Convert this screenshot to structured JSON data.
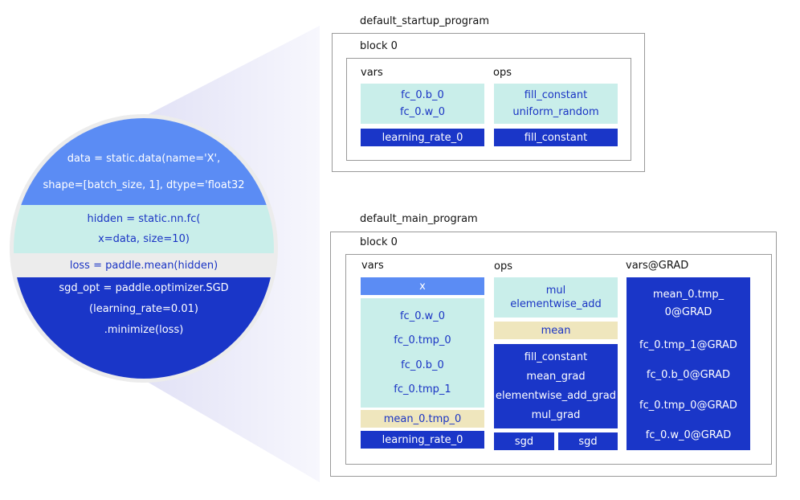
{
  "code_snippet": {
    "lines": [
      {
        "text": "data = static.data(name='X',",
        "group": "data"
      },
      {
        "text": "shape=[batch_size, 1], dtype='float32",
        "group": "data"
      },
      {
        "text": "hidden = static.nn.fc(",
        "group": "hidden"
      },
      {
        "text": "x=data, size=10)",
        "group": "hidden"
      },
      {
        "text": "loss = paddle.mean(hidden)",
        "group": "loss"
      },
      {
        "text": "sgd_opt = paddle.optimizer.SGD",
        "group": "sgd"
      },
      {
        "text": "(learning_rate=0.01)",
        "group": "sgd"
      },
      {
        "text": ".minimize(loss)",
        "group": "sgd"
      }
    ]
  },
  "startup_program": {
    "title": "default_startup_program",
    "block_label": "block 0",
    "vars_label": "vars",
    "ops_label": "ops",
    "vars_teal": [
      "fc_0.b_0",
      "fc_0.w_0"
    ],
    "vars_navy": "learning_rate_0",
    "ops_teal": [
      "fill_constant",
      "uniform_random"
    ],
    "ops_navy": "fill_constant"
  },
  "main_program": {
    "title": "default_main_program",
    "block_label": "block 0",
    "vars_label": "vars",
    "ops_label": "ops",
    "grad_label": "vars@GRAD",
    "var_x": "x",
    "vars_teal": [
      "fc_0.w_0",
      "fc_0.tmp_0",
      "fc_0.b_0",
      "fc_0.tmp_1"
    ],
    "var_mean": "mean_0.tmp_0",
    "var_lr": "learning_rate_0",
    "ops_forward": [
      "mul",
      "elementwise_add"
    ],
    "op_mean": "mean",
    "ops_backward": [
      "fill_constant",
      "mean_grad",
      "elementwise_add_grad",
      "mul_grad"
    ],
    "ops_sgd": [
      "sgd",
      "sgd"
    ],
    "grads": [
      "mean_0.tmp_\n0@GRAD",
      "fc_0.tmp_1@GRAD",
      "fc_0.b_0@GRAD",
      "fc_0.tmp_0@GRAD",
      "fc_0.w_0@GRAD"
    ]
  },
  "colors": {
    "teal": "#c9eeea",
    "navy": "#1a36c8",
    "sky": "#5b8cf4",
    "tan": "#efe6bd",
    "lavender": "#e7e7f8"
  }
}
